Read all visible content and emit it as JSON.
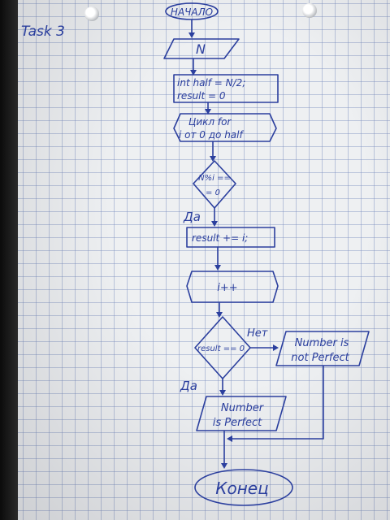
{
  "page_label": "Task 3",
  "nodes": {
    "start": "НАЧАЛО",
    "input": "N",
    "init_line1": "int half = N/2;",
    "init_line2": "result = 0",
    "loop_line1": "Цикл for",
    "loop_line2": "i от 0 до half",
    "cond1_line1": "N%i ==",
    "cond1_line2": "= 0",
    "add": "result += i;",
    "increment": "i++",
    "cond2": "result == 0",
    "not_perfect_line1": "Number is",
    "not_perfect_line2": "not Perfect",
    "perfect_line1": "Number",
    "perfect_line2": "is Perfect",
    "end": "Конец"
  },
  "branch_labels": {
    "cond1_yes": "Да",
    "cond2_yes": "Да",
    "cond2_no": "Нет"
  }
}
